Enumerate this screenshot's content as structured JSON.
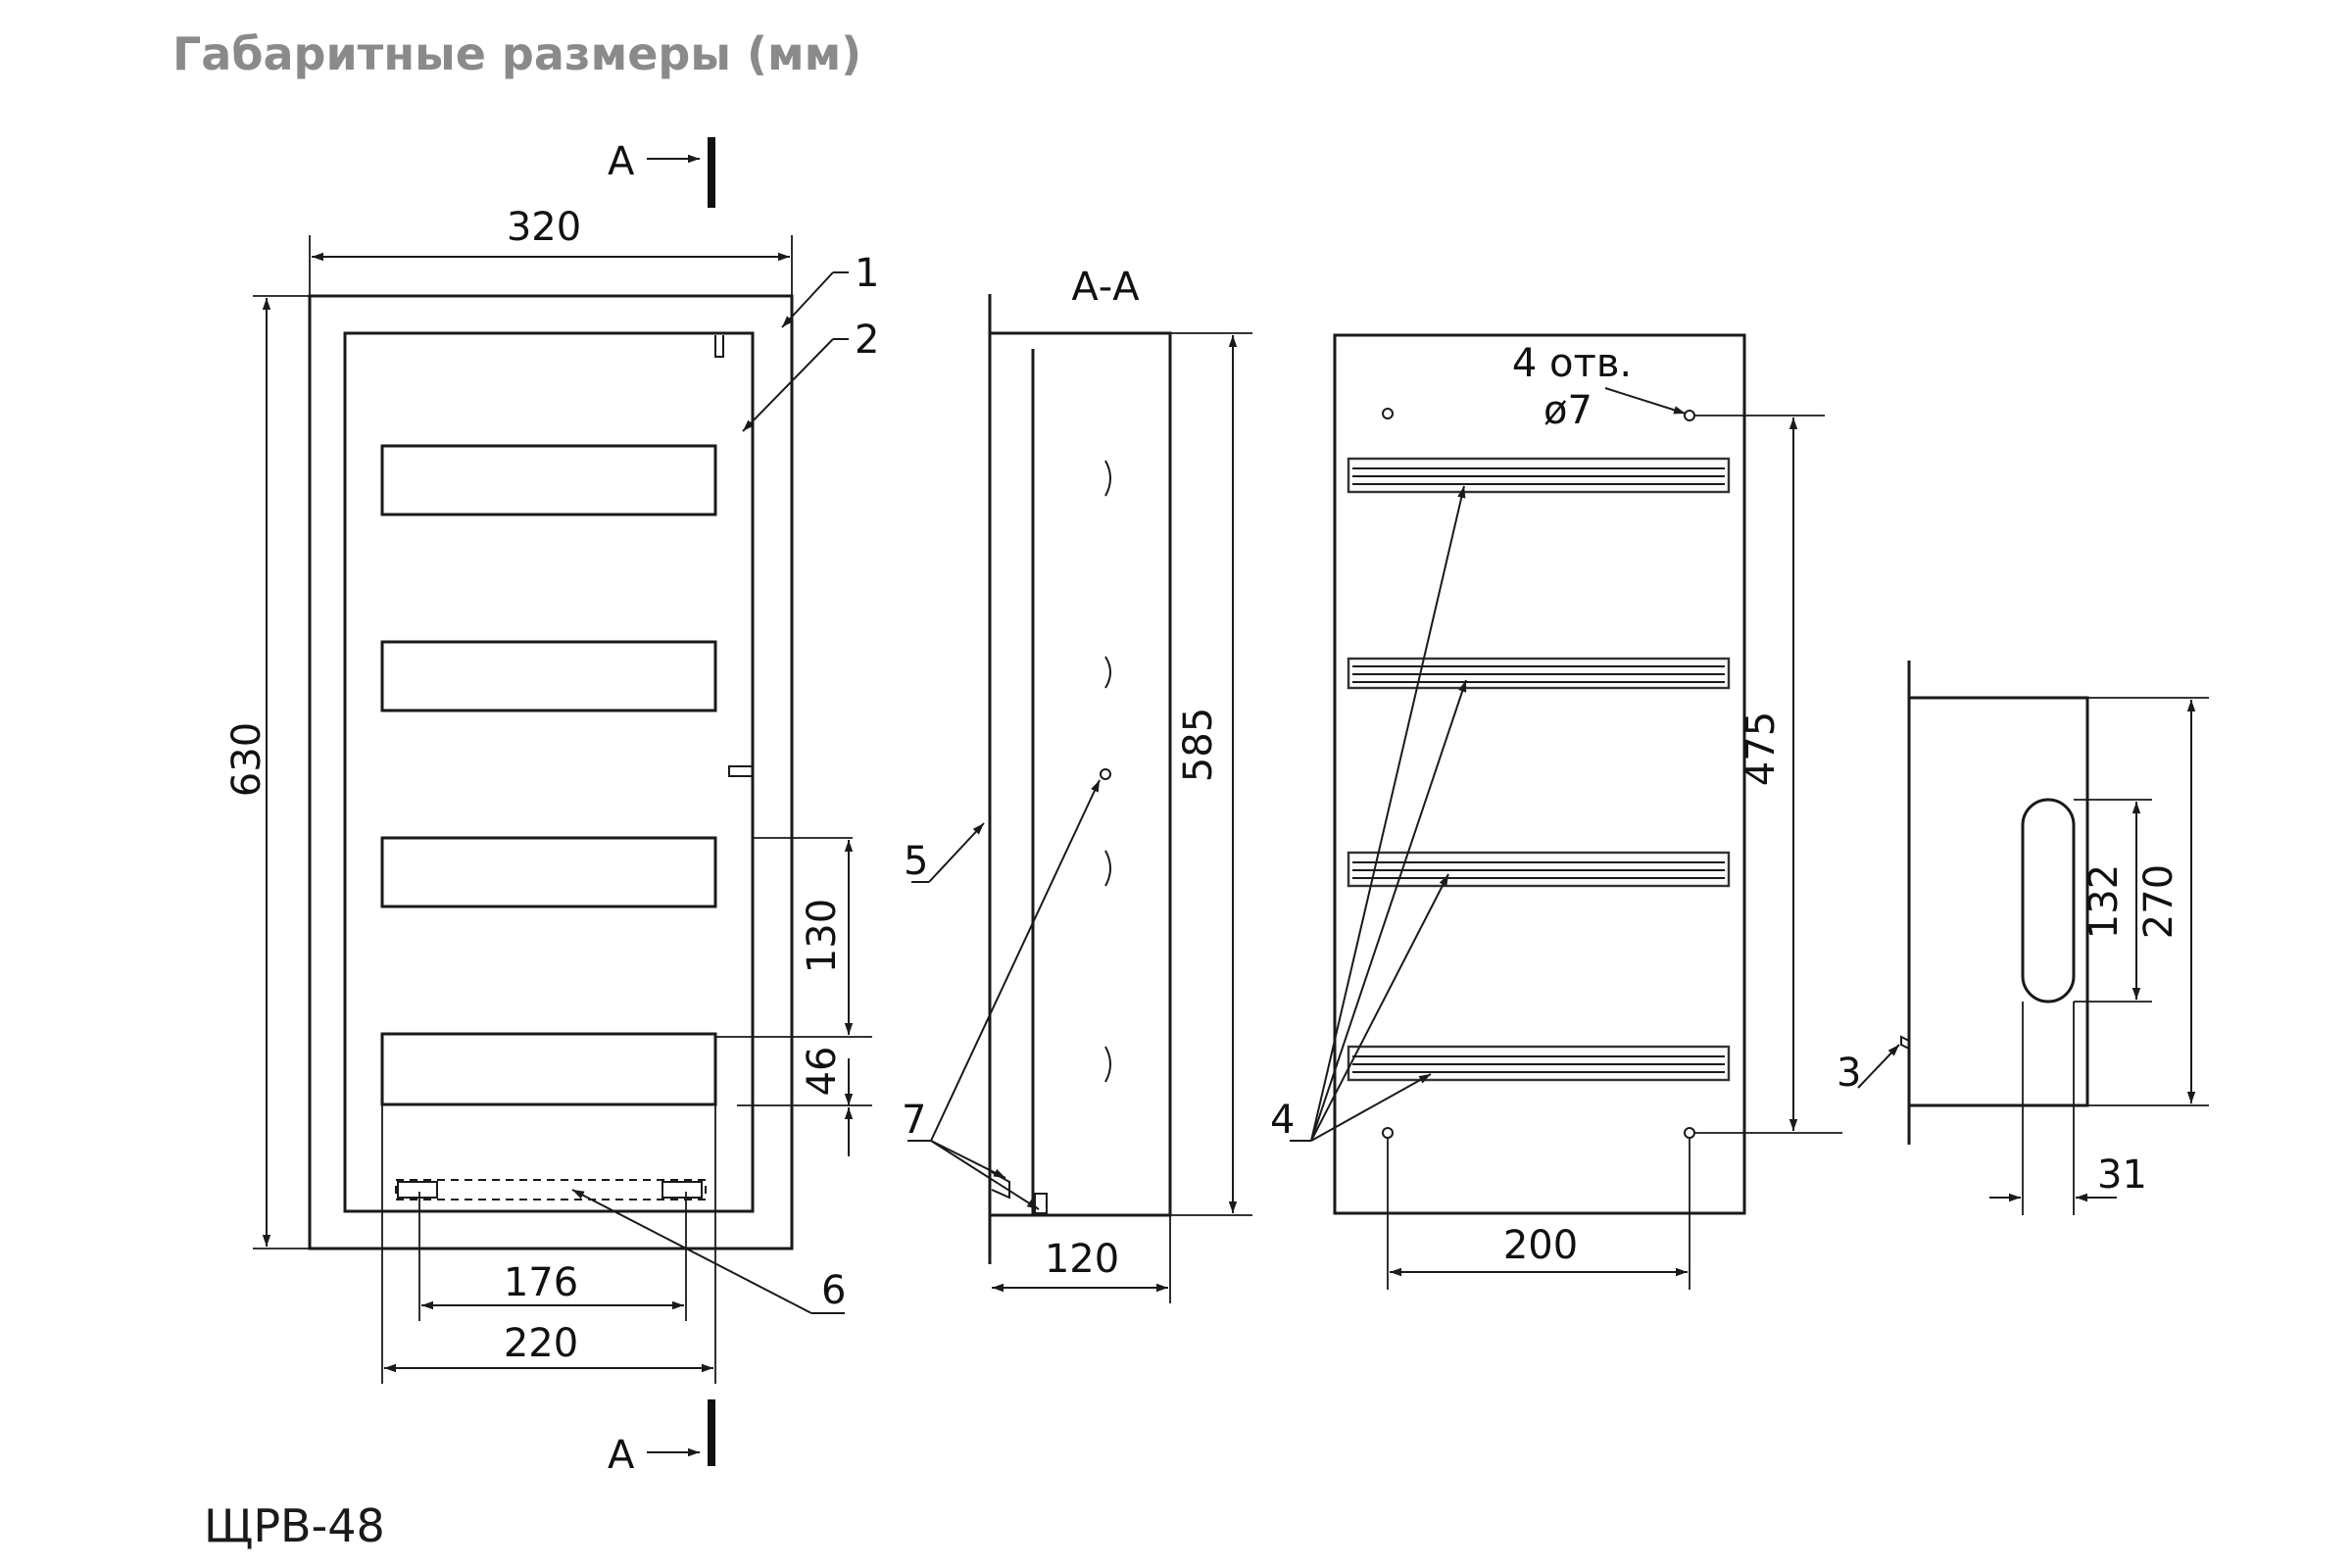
{
  "title": "Габаритные размеры (мм)",
  "model": "ЩРВ-48",
  "section": {
    "letter": "А",
    "label": "А-А"
  },
  "front_view": {
    "width": "320",
    "height": "630",
    "module_pitch": "130",
    "module_offset": "46",
    "inner_width_small": "176",
    "inner_width_large": "220"
  },
  "section_view": {
    "height": "585",
    "depth": "120"
  },
  "mount_view": {
    "hole_note_count": "4 отв.",
    "hole_note_diameter": "ø7",
    "hole_pitch_vertical": "475",
    "hole_pitch_horizontal": "200"
  },
  "side_view": {
    "height": "270",
    "slot_height": "132",
    "slot_offset": "31"
  },
  "callouts": [
    "1",
    "2",
    "3",
    "4",
    "5",
    "6",
    "7"
  ],
  "colors": {
    "title": "#8a8a8a",
    "lines": "#1a1a1a"
  }
}
